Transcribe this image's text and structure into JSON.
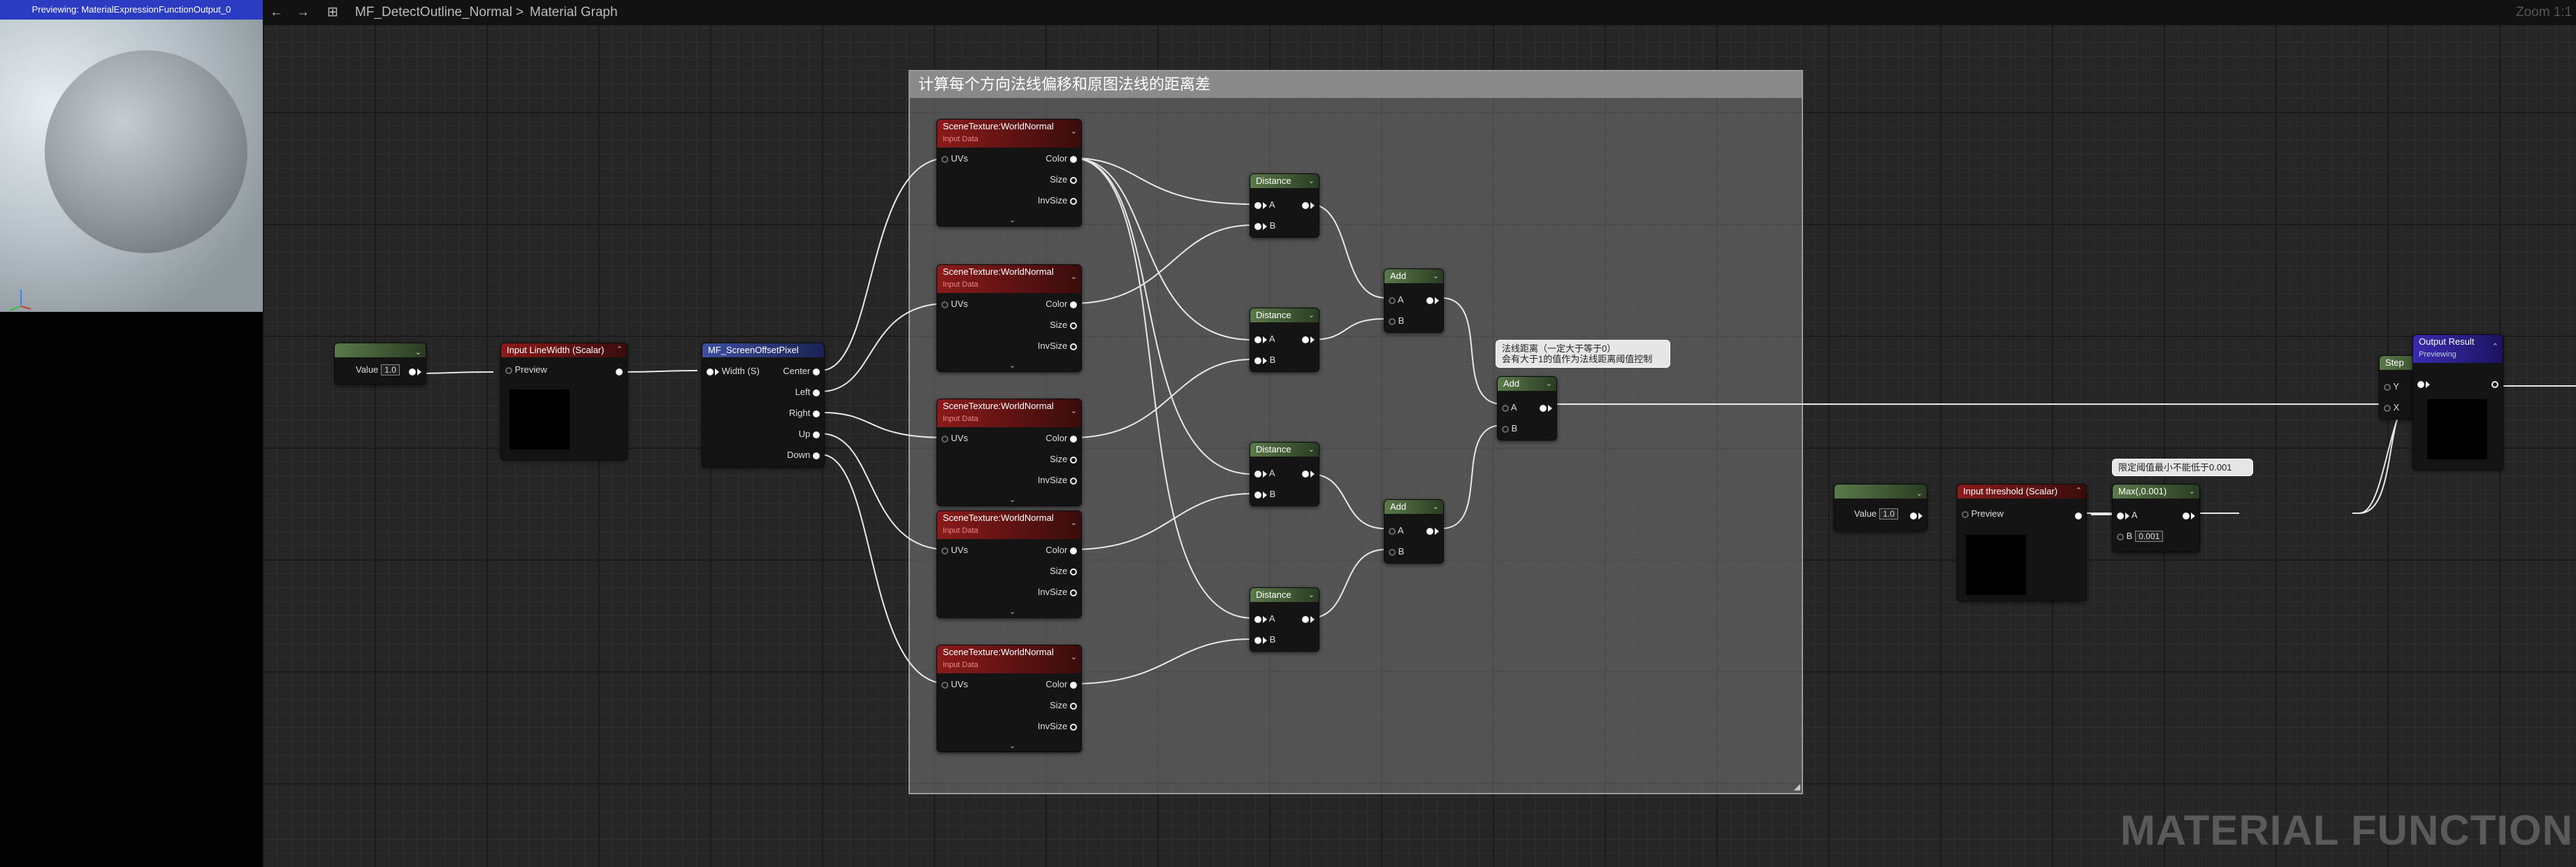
{
  "preview": {
    "title": "Previewing: MaterialExpressionFunctionOutput_0"
  },
  "topbar": {
    "back_icon": "arrow-left-icon",
    "forward_icon": "arrow-right-icon",
    "asset_name": "MF_DetectOutline_Normal",
    "separator": ">",
    "graph_name": "Material Graph",
    "zoom": "Zoom 1:1"
  },
  "comment": {
    "title": "计算每个方向法线偏移和原图法线的距离差"
  },
  "nodes": {
    "const1": {
      "value_label": "Value",
      "value": "1.0"
    },
    "input_linewidth": {
      "title": "Input LineWidth (Scalar)",
      "preview_label": "Preview"
    },
    "screen_offset": {
      "title": "MF_ScreenOffsetPixel",
      "in_label": "Width (S)",
      "outputs": [
        "Center",
        "Left",
        "Right",
        "Up",
        "Down"
      ]
    },
    "scene_textures": [
      {
        "title": "SceneTexture:WorldNormal",
        "subtitle": "Input Data",
        "in_label": "UVs",
        "outputs": [
          "Color",
          "Size",
          "InvSize"
        ]
      },
      {
        "title": "SceneTexture:WorldNormal",
        "subtitle": "Input Data",
        "in_label": "UVs",
        "outputs": [
          "Color",
          "Size",
          "InvSize"
        ]
      },
      {
        "title": "SceneTexture:WorldNormal",
        "subtitle": "Input Data",
        "in_label": "UVs",
        "outputs": [
          "Color",
          "Size",
          "InvSize"
        ]
      },
      {
        "title": "SceneTexture:WorldNormal",
        "subtitle": "Input Data",
        "in_label": "UVs",
        "outputs": [
          "Color",
          "Size",
          "InvSize"
        ]
      },
      {
        "title": "SceneTexture:WorldNormal",
        "subtitle": "Input Data",
        "in_label": "UVs",
        "outputs": [
          "Color",
          "Size",
          "InvSize"
        ]
      }
    ],
    "distances": [
      {
        "title": "Distance",
        "a": "A",
        "b": "B"
      },
      {
        "title": "Distance",
        "a": "A",
        "b": "B"
      },
      {
        "title": "Distance",
        "a": "A",
        "b": "B"
      },
      {
        "title": "Distance",
        "a": "A",
        "b": "B"
      }
    ],
    "adds": [
      {
        "title": "Add",
        "a": "A",
        "b": "B"
      },
      {
        "title": "Add",
        "a": "A",
        "b": "B"
      },
      {
        "title": "Add",
        "a": "A",
        "b": "B"
      }
    ],
    "add_tip": {
      "line1": "法线距离（一定大于等于0）",
      "line2": "会有大于1的值作为法线距离阈值控制"
    },
    "const2": {
      "value_label": "Value",
      "value": "1.0"
    },
    "input_threshold": {
      "title": "Input threshold (Scalar)",
      "preview_label": "Preview"
    },
    "max": {
      "title": "Max(,0.001)",
      "a": "A",
      "b": "B",
      "b_value": "0.001",
      "tip": "限定阈值最小不能低于0.001"
    },
    "step": {
      "title": "Step",
      "y": "Y",
      "x": "X"
    },
    "output": {
      "title": "Output Result",
      "subtitle": "Previewing"
    }
  },
  "watermark": "MATERIAL FUNCTION",
  "colors": {
    "input_header": "#8a1a1a",
    "math_header": "#5a7a4a",
    "function_header": "#3d4fa0",
    "output_header": "#3a2ab0",
    "wire": "#e8e8e8"
  }
}
